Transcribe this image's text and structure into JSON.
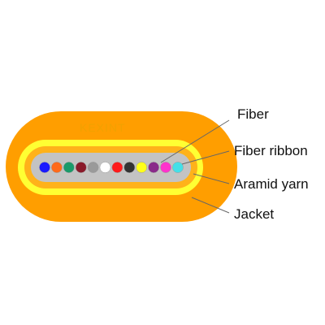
{
  "labels": {
    "fiber": "Fiber",
    "fiber_ribbon": "Fiber ribbon",
    "aramid_yarn": "Aramid yarn",
    "jacket": "Jacket"
  },
  "watermark": "KEXINT",
  "colors": {
    "jacket": "#ff9e00",
    "aramid_yarn": "#ffff33",
    "ribbon": "#c3c3c3",
    "leader": "#666666",
    "fibers": [
      "#1a1aff",
      "#ff6a1a",
      "#1a9a6a",
      "#8a1a2a",
      "#9a9a9a",
      "#ffffff",
      "#ff1a1a",
      "#333333",
      "#ffff1a",
      "#8a2a8a",
      "#ff33cc",
      "#44e0e8"
    ]
  }
}
